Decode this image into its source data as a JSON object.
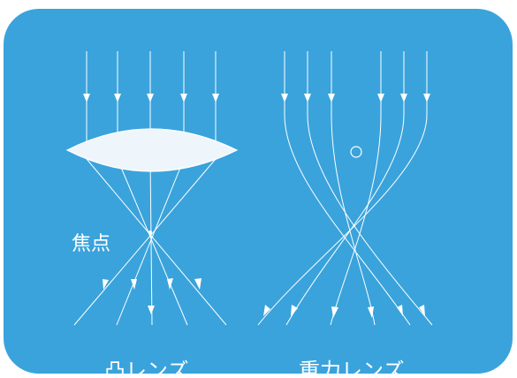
{
  "labels": {
    "focus": "焦点",
    "convex_lens": "凸レンズ",
    "gravitational_lens": "重力レンズ"
  },
  "colors": {
    "background": "#3aa3dc",
    "rays": "#ffffff",
    "lens_fill": "#eef6fb"
  }
}
